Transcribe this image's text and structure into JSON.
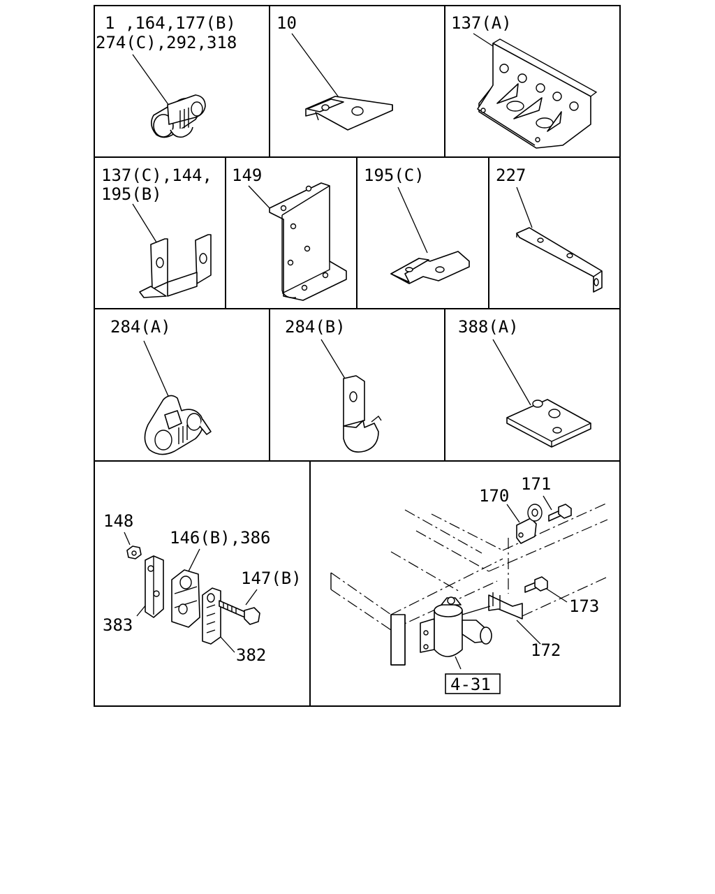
{
  "panels": {
    "p1": {
      "line1": "1 ,164,177(B)",
      "line2": "274(C),292,318"
    },
    "p2": {
      "label": "10"
    },
    "p3": {
      "label": "137(A)"
    },
    "p4": {
      "line1": "137(C),144,",
      "line2": "195(B)"
    },
    "p5": {
      "label": "149"
    },
    "p6": {
      "label": "195(C)"
    },
    "p7": {
      "label": "227"
    },
    "p8": {
      "label": "284(A)"
    },
    "p9": {
      "label": "284(B)"
    },
    "p10": {
      "label": "388(A)"
    },
    "p11": {
      "l148": "148",
      "l146": "146(B),386",
      "l147": "147(B)",
      "l383": "383",
      "l382": "382"
    },
    "p12": {
      "l170": "170",
      "l171": "171",
      "l173": "173",
      "l172": "172",
      "ref": "4-31"
    }
  },
  "icons": [
    "clip-icon",
    "bracket-icon",
    "clamp-icon",
    "bolt-icon",
    "nut-icon",
    "plate-icon"
  ]
}
